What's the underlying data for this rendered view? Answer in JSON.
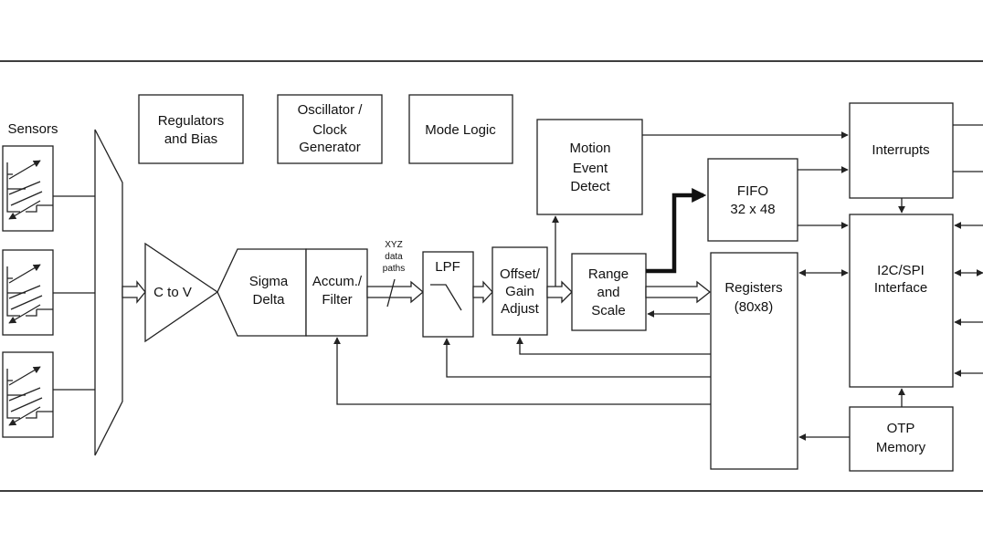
{
  "blocks": {
    "sensors": "Sensors",
    "regulators": [
      "Regulators",
      "and Bias"
    ],
    "oscillator": [
      "Oscillator /",
      "Clock",
      "Generator"
    ],
    "mode_logic": "Mode Logic",
    "motion": [
      "Motion",
      "Event",
      "Detect"
    ],
    "fifo": [
      "FIFO",
      "32 x 48"
    ],
    "interrupts": "Interrupts",
    "c_to_v": "C to V",
    "sigma_delta": [
      "Sigma",
      "Delta"
    ],
    "accum": [
      "Accum./",
      "Filter"
    ],
    "xyz": [
      "XYZ",
      "data",
      "paths"
    ],
    "lpf": "LPF",
    "offset": [
      "Offset/",
      "Gain",
      "Adjust"
    ],
    "range": [
      "Range",
      "and",
      "Scale"
    ],
    "registers": [
      "Registers",
      "(80x8)"
    ],
    "i2c": [
      "I2C/SPI",
      "Interface"
    ],
    "otp": [
      "OTP",
      "Memory"
    ]
  }
}
